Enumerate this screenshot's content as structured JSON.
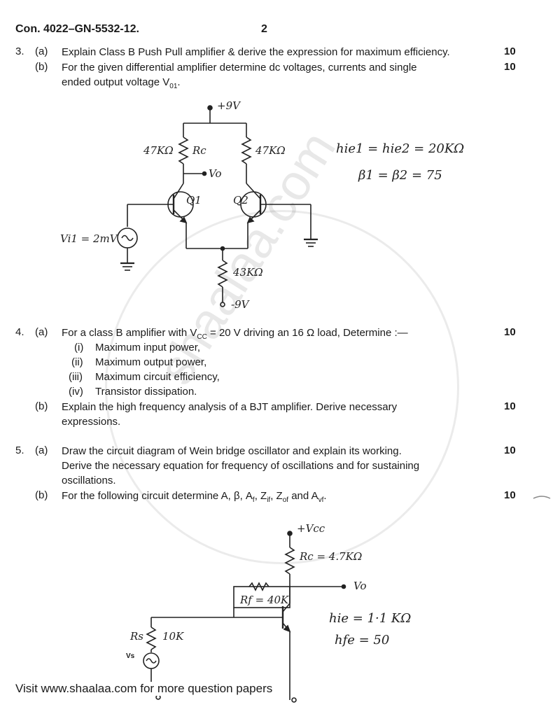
{
  "header": {
    "code": "Con. 4022–GN-5532-12.",
    "page": "2"
  },
  "watermark": "shaalaa.com",
  "q3": {
    "num": "3.",
    "a": {
      "label": "(a)",
      "text": "Explain Class B Push Pull amplifier & derive the expression for maximum efficiency.",
      "marks": "10"
    },
    "b": {
      "label": "(b)",
      "line1": "For the given differential amplifier determine dc voltages, currents and single",
      "line2": "ended output voltage V",
      "sub": "01",
      "tail": ".",
      "marks": "10"
    },
    "circuit": {
      "vcc": "+9V",
      "rc_left": "47KΩ",
      "rc_sym": "Rc",
      "rc_right": "47KΩ",
      "vo": "Vo",
      "q1": "Q1",
      "q2": "Q2",
      "source": "Vi1 = 2mV",
      "re": "43KΩ",
      "vee": "-9V",
      "hie": "hie1 = hie2 = 20KΩ",
      "beta": "β1 = β2 = 75"
    }
  },
  "q4": {
    "num": "4.",
    "a": {
      "label": "(a)",
      "text": "For a class B amplifier with V",
      "sub": "CC",
      "text2": " = 20 V driving an 16 Ω load, Determine :—",
      "marks": "10",
      "items": [
        {
          "n": "(i)",
          "t": "Maximum input power,"
        },
        {
          "n": "(ii)",
          "t": "Maximum output power,"
        },
        {
          "n": "(iii)",
          "t": "Maximum circuit efficiency,"
        },
        {
          "n": "(iv)",
          "t": "Transistor dissipation."
        }
      ]
    },
    "b": {
      "label": "(b)",
      "line1": "Explain the high frequency analysis of a BJT amplifier. Derive necessary",
      "line2": "expressions.",
      "marks": "10"
    }
  },
  "q5": {
    "num": "5.",
    "a": {
      "label": "(a)",
      "line1": "Draw the circuit diagram of Wein bridge oscillator and explain its working.",
      "line2": "Derive the necessary equation for frequency of oscillations and for sustaining",
      "line3": "oscillations.",
      "marks": "10"
    },
    "b": {
      "label": "(b)",
      "text": "For the following circuit determine A, β, A",
      "marks": "10"
    },
    "circuit": {
      "vcc": "+Vcc",
      "rc": "Rc = 4.7KΩ",
      "rf": "Rf = 40K",
      "vo": "Vo",
      "rs": "Rs",
      "rs_val": "10K",
      "vs": "Vs",
      "hie": "hie = 1·1 KΩ",
      "hfe": "hfe = 50"
    }
  },
  "footer": "Visit www.shaalaa.com for more question papers"
}
